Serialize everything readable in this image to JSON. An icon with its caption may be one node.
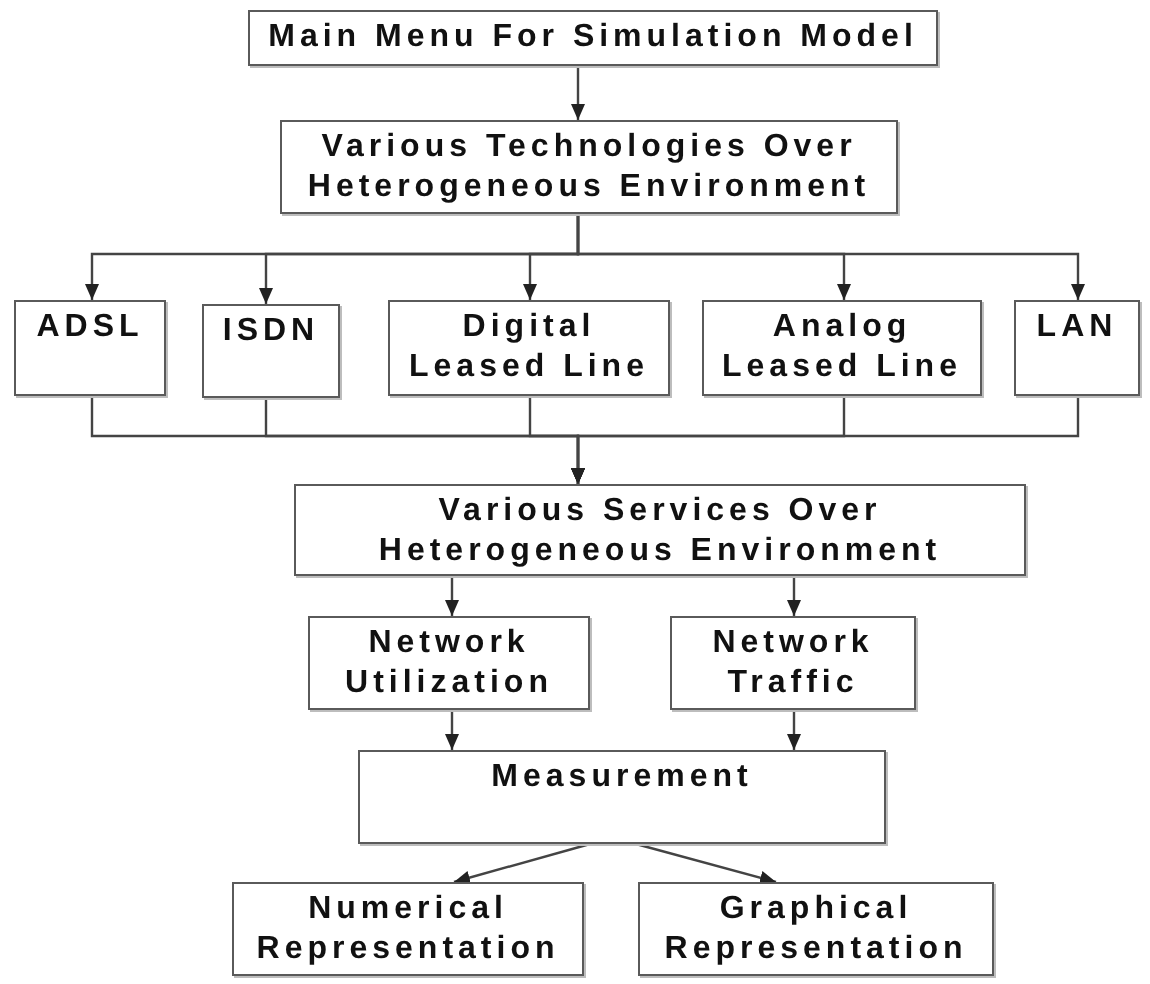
{
  "diagram": {
    "nodes": [
      {
        "text": [
          "Main Menu For Simulation Model"
        ]
      },
      {
        "text": [
          "Various Technologies Over Heterogeneous Environment"
        ]
      },
      {
        "text": [
          "ADSL"
        ]
      },
      {
        "text": [
          "ISDN"
        ]
      },
      {
        "text": [
          "Digital Leased Line"
        ]
      },
      {
        "text": [
          "Analog Leased Line"
        ]
      },
      {
        "text": [
          "LAN"
        ]
      },
      {
        "text": [
          "Various Services Over Heterogeneous Environment"
        ]
      },
      {
        "text": [
          "Network Utilization"
        ]
      },
      {
        "text": [
          "Network Traffic"
        ]
      },
      {
        "text": [
          "Measurement"
        ]
      },
      {
        "text": [
          "Numerical Representation"
        ]
      },
      {
        "text": [
          "Graphical Representation"
        ]
      }
    ],
    "edges": [
      {
        "from": 0,
        "to": 1,
        "arrow": "to"
      },
      {
        "from": 1,
        "to": 2,
        "arrow": "to"
      },
      {
        "from": 1,
        "to": 3,
        "arrow": "to"
      },
      {
        "from": 1,
        "to": 4,
        "arrow": "to"
      },
      {
        "from": 1,
        "to": 5,
        "arrow": "to"
      },
      {
        "from": 1,
        "to": 6,
        "arrow": "to"
      },
      {
        "from": 2,
        "to": 7,
        "arrow": "to"
      },
      {
        "from": 3,
        "to": 7,
        "arrow": "to"
      },
      {
        "from": 4,
        "to": 7,
        "arrow": "to"
      },
      {
        "from": 5,
        "to": 7,
        "arrow": "to"
      },
      {
        "from": 6,
        "to": 7,
        "arrow": "to"
      },
      {
        "from": 7,
        "to": 8,
        "arrow": "to"
      },
      {
        "from": 7,
        "to": 9,
        "arrow": "to"
      },
      {
        "from": 8,
        "to": 10,
        "arrow": "to"
      },
      {
        "from": 9,
        "to": 10,
        "arrow": "to"
      },
      {
        "from": 10,
        "to": 11,
        "arrow": "to"
      },
      {
        "from": 10,
        "to": 12,
        "arrow": "to"
      }
    ]
  }
}
